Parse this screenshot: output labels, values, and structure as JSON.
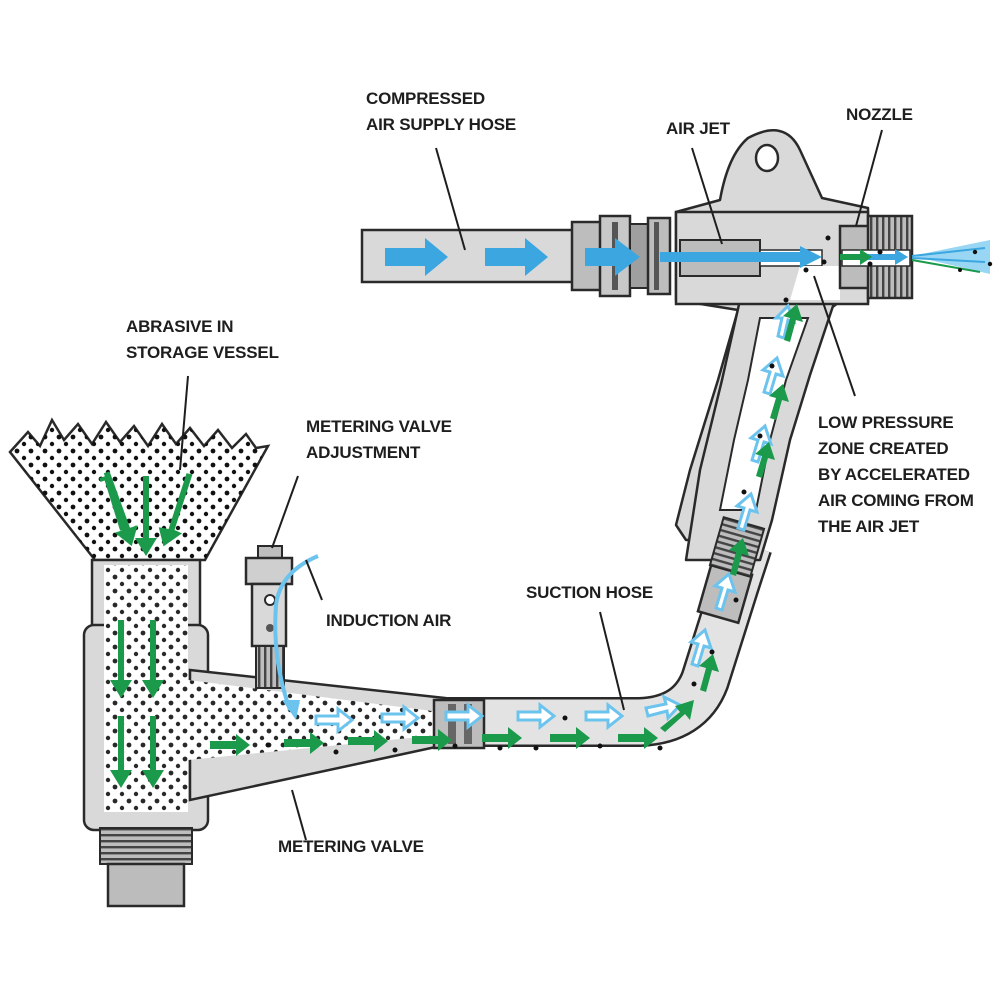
{
  "labels": {
    "compressed_air_supply_hose": [
      "COMPRESSED",
      "AIR SUPPLY HOSE"
    ],
    "air_jet": "AIR JET",
    "nozzle": "NOZZLE",
    "abrasive_in_storage_vessel": [
      "ABRASIVE IN",
      "STORAGE VESSEL"
    ],
    "metering_valve_adjustment": [
      "METERING VALVE",
      "ADJUSTMENT"
    ],
    "induction_air": "INDUCTION AIR",
    "suction_hose": "SUCTION HOSE",
    "metering_valve": "METERING VALVE",
    "low_pressure_zone": [
      "LOW PRESSURE",
      "ZONE CREATED",
      "BY ACCELERATED",
      "AIR COMING FROM",
      "THE AIR JET"
    ]
  },
  "colors": {
    "part_fill": "#d9d9d9",
    "outline": "#2a2a2a",
    "air_arrow": "#3ba6e0",
    "abrasive_arrow": "#1a9a4a",
    "hollow_air_arrow": "#6cc4ee",
    "particle": "#111111"
  }
}
